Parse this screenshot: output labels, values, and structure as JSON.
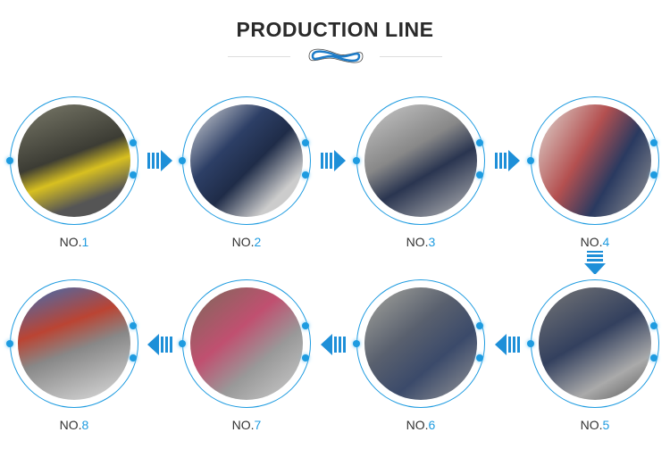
{
  "title": "PRODUCTION LINE",
  "accent": "#1e9be0",
  "steps": [
    {
      "prefix": "NO.",
      "num": "1",
      "photo": "die-casting-machine"
    },
    {
      "prefix": "NO.",
      "num": "2",
      "photo": "worker-inspecting-parts"
    },
    {
      "prefix": "NO.",
      "num": "3",
      "photo": "workers-sorting-castings"
    },
    {
      "prefix": "NO.",
      "num": "4",
      "photo": "worker-at-machine"
    },
    {
      "prefix": "NO.",
      "num": "5",
      "photo": "workers-assembling"
    },
    {
      "prefix": "NO.",
      "num": "6",
      "photo": "worker-at-drill"
    },
    {
      "prefix": "NO.",
      "num": "7",
      "photo": "worker-packing"
    },
    {
      "prefix": "NO.",
      "num": "8",
      "photo": "warehouse-shelves"
    }
  ]
}
